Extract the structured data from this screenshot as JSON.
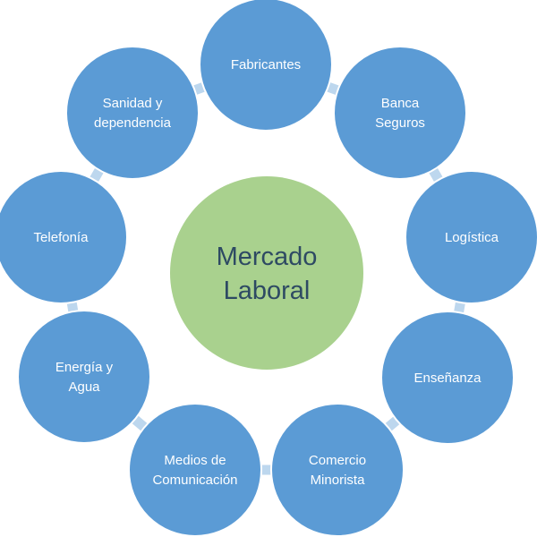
{
  "center": {
    "lines": [
      "Mercado",
      "Laboral"
    ]
  },
  "nodes": [
    {
      "id": "fabricantes",
      "lines": [
        "Fabricantes"
      ]
    },
    {
      "id": "banca-seguros",
      "lines": [
        "Banca",
        "Seguros"
      ]
    },
    {
      "id": "logistica",
      "lines": [
        "Logística"
      ]
    },
    {
      "id": "ensenanza",
      "lines": [
        "Enseñanza"
      ]
    },
    {
      "id": "comercio-minorista",
      "lines": [
        "Comercio",
        "Minorista"
      ]
    },
    {
      "id": "medios-comunicacion",
      "lines": [
        "Medios de",
        "Comunicación"
      ]
    },
    {
      "id": "energia-agua",
      "lines": [
        "Energía y",
        "Agua"
      ]
    },
    {
      "id": "telefonia",
      "lines": [
        "Telefonía"
      ]
    },
    {
      "id": "sanidad-dependencia",
      "lines": [
        "Sanidad y",
        "dependencia"
      ]
    }
  ],
  "colors": {
    "satellite": "#5b9bd5",
    "satellite_stroke": "#ffffff",
    "center": "#a9d18e",
    "connector": "#bdd7ee",
    "center_text": "#2e4a63",
    "satellite_text": "#ffffff"
  }
}
